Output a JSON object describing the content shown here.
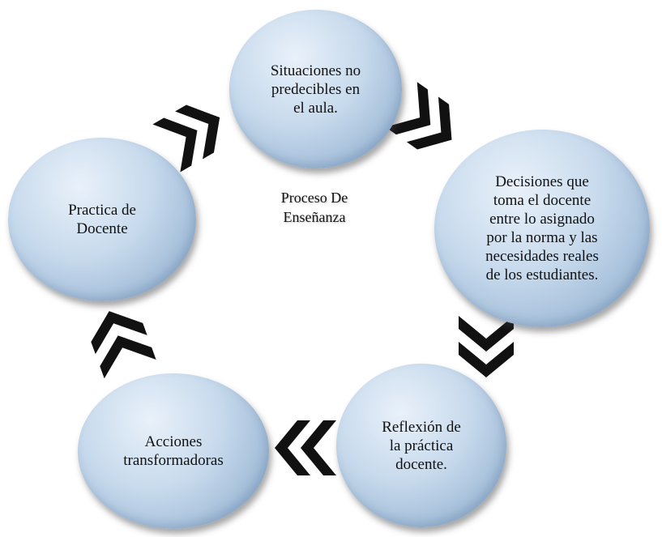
{
  "diagram": {
    "center_label": "Proceso De\nEnseñanza",
    "nodes": [
      {
        "id": "n1",
        "label": "Situaciones no\npredecibles en\nel aula."
      },
      {
        "id": "n2",
        "label": "Decisiones que\ntoma el docente\nentre lo asignado\npor la norma y las\nnecesidades reales\nde los estudiantes."
      },
      {
        "id": "n3",
        "label": "Reflexión de\nla práctica\ndocente."
      },
      {
        "id": "n4",
        "label": "Acciones\ntransformadoras"
      },
      {
        "id": "n5",
        "label": "Practica de\nDocente"
      }
    ],
    "edges": [
      {
        "from": "n1",
        "to": "n2"
      },
      {
        "from": "n2",
        "to": "n3"
      },
      {
        "from": "n3",
        "to": "n4"
      },
      {
        "from": "n4",
        "to": "n5"
      },
      {
        "from": "n5",
        "to": "n1"
      }
    ],
    "colors": {
      "node_fill": "#c6d9ec",
      "connector": "#111111",
      "text": "#111111"
    }
  }
}
